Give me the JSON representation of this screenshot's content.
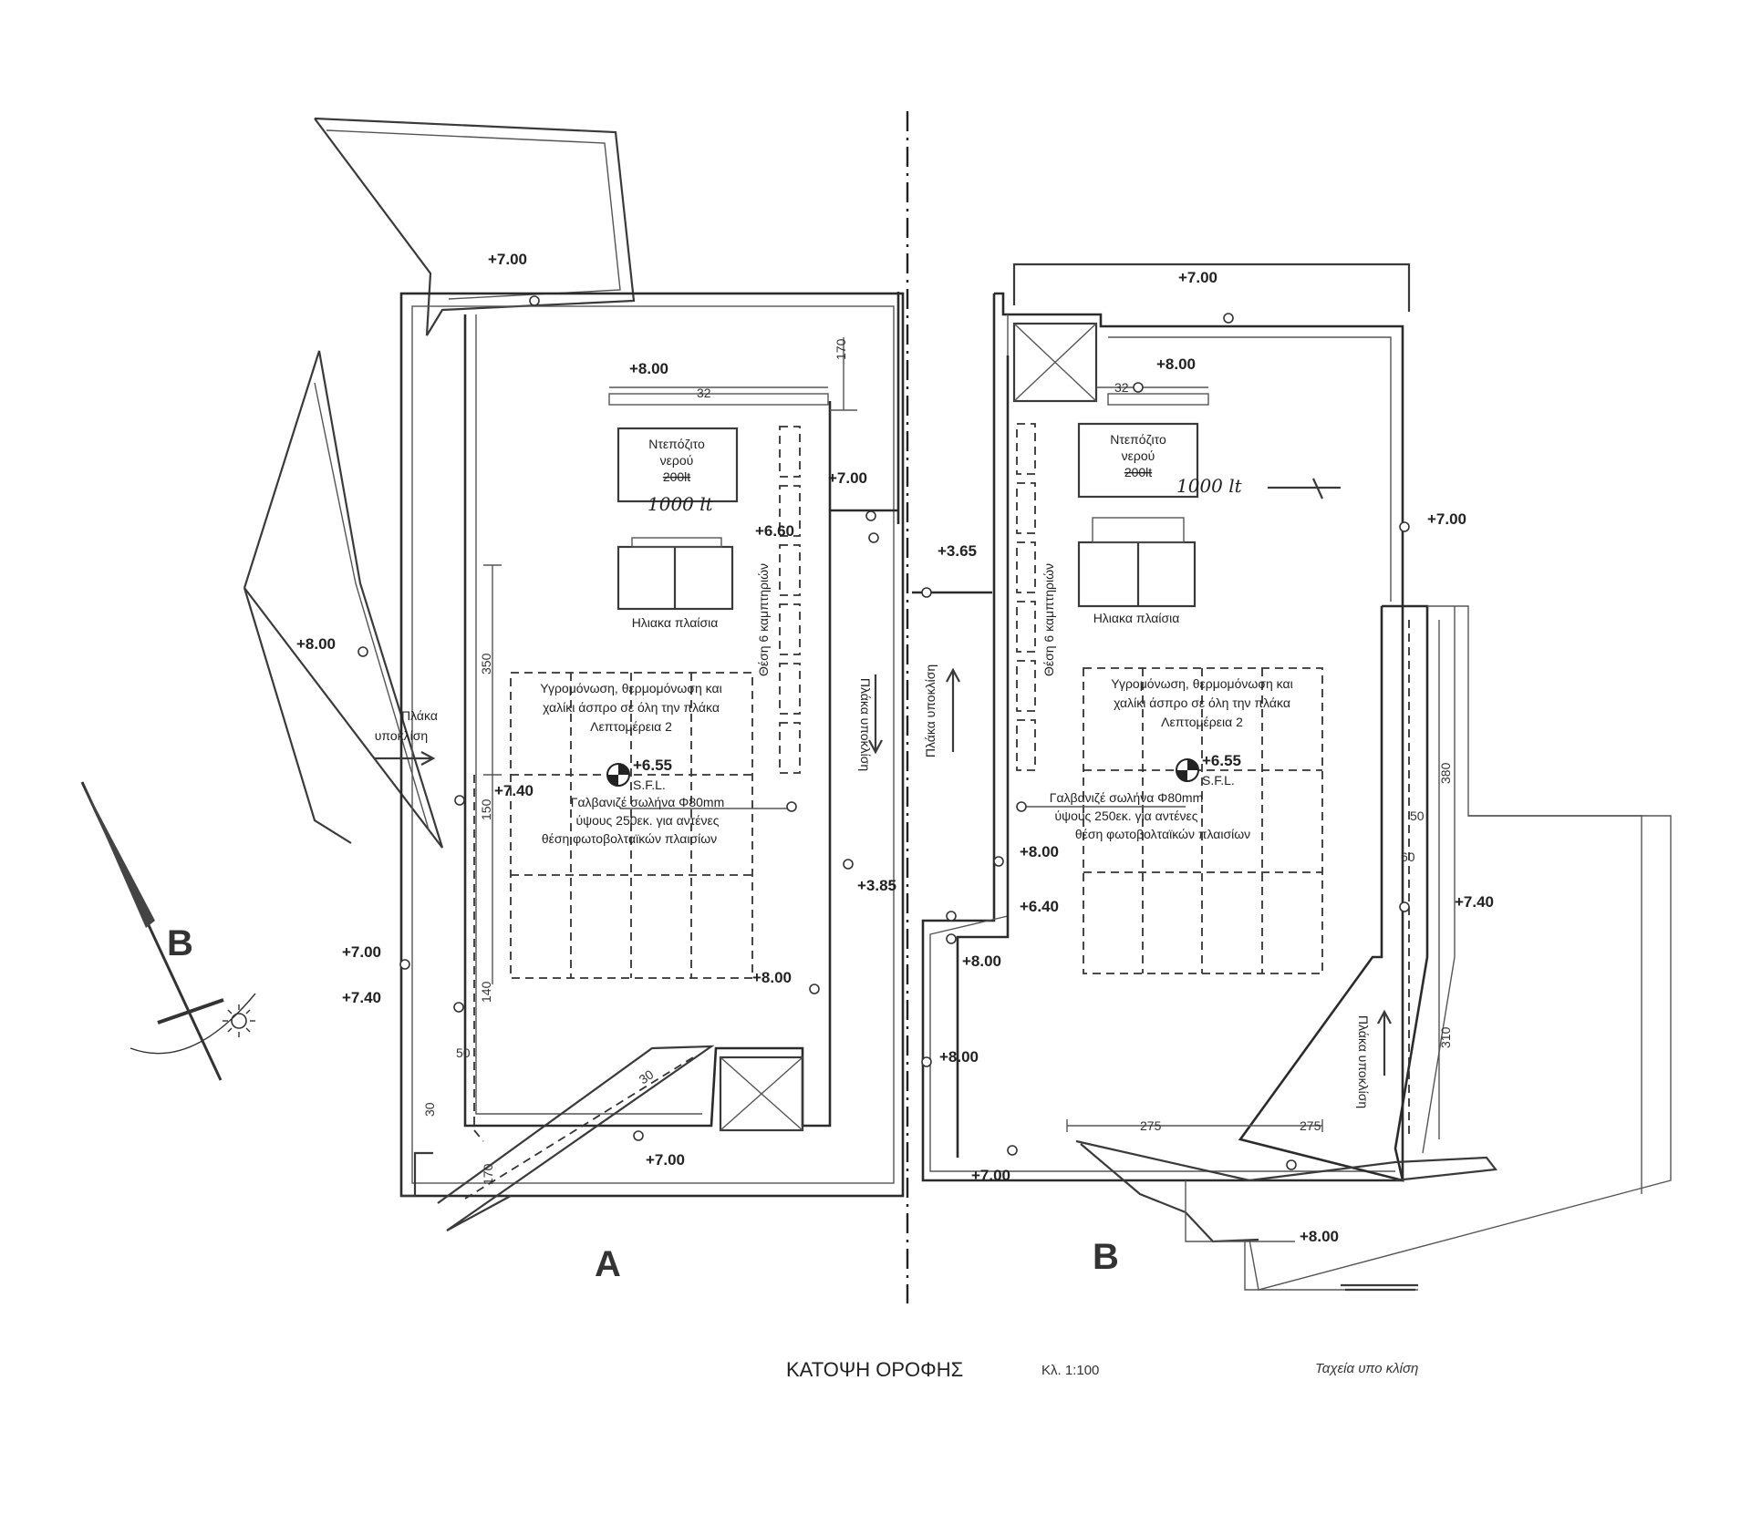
{
  "drawing": {
    "title": "ΚΑΤΟΨΗ ΟΡΟΦΗΣ",
    "scale": "Κλ. 1:100",
    "footnote": "Ταχεία υπο κλίση"
  },
  "compass": {
    "label": "B"
  },
  "unit_a": {
    "label": "A",
    "water_heater": [
      "Ντεπόζιτο",
      "νερού",
      "200lt"
    ],
    "water_heater_handwritten": "1000 lt",
    "solar_panels": "Ηλιακα πλαίσια",
    "collectors": "Θέση 6 καμπτηριών",
    "roof_note": [
      "Υγρομόνωση, θερμομόνωση και",
      "χαλίκι άσπρο σε όλη την πλάκα",
      "Λεπτομέρεια 2"
    ],
    "sfl_level": "+6.55",
    "sfl": "S.F.L.",
    "pipe": [
      "Γαλβανιζέ σωλήνα Φ80mm",
      "ύψους 250εκ. για αντένες",
      "θέση φωτοβολταϊκών πλαισίων"
    ],
    "slope_slab": [
      "Πλάκα",
      "υποκλίση"
    ],
    "slope_right": "Πλάκα υποκλίση",
    "levels": [
      "+7.00",
      "+8.00",
      "+7.00",
      "+6.60",
      "+8.00",
      "+7.40",
      "+3.85",
      "+7.00",
      "+7.40",
      "+8.00",
      "+7.00"
    ],
    "dims": [
      "32",
      "170",
      "350",
      "150",
      "140",
      "50",
      "30",
      "170",
      "30"
    ]
  },
  "unit_b": {
    "label": "B",
    "water_heater": [
      "Ντεπόζιτο",
      "νερού",
      "200lt"
    ],
    "water_heater_handwritten": "1000 lt",
    "solar_panels": "Ηλιακα πλαίσια",
    "collectors": "Θέση 6 καμπτηριών",
    "roof_note": [
      "Υγρομόνωση, θερμομόνωση και",
      "χαλίκι άσπρο σε όλη την πλάκα",
      "Λεπτομέρεια 2"
    ],
    "sfl_level": "+6.55",
    "sfl": "S.F.L.",
    "pipe": [
      "Γαλβανιζέ σωλήνα Φ80mm",
      "ύψους 250εκ. για αντένες",
      "θέση φωτοβολταϊκών πλαισίων"
    ],
    "slope_left": "Πλάκα υποκλίση",
    "slope_right": "Πλάκα υποκλίση",
    "levels": [
      "+7.00",
      "+8.00",
      "+3.65",
      "+7.00",
      "+8.00",
      "+6.40",
      "+8.00",
      "+7.40",
      "+8.00",
      "+7.00",
      "+8.00"
    ],
    "dims": [
      "32",
      "380",
      "50",
      "60",
      "310",
      "275",
      "275"
    ]
  }
}
